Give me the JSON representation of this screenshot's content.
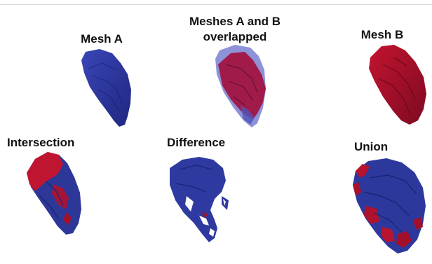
{
  "panels": {
    "mesh_a": {
      "label": "Mesh A"
    },
    "overlap": {
      "label_line1": "Meshes A and B",
      "label_line2": "overlapped"
    },
    "mesh_b": {
      "label": "Mesh B"
    },
    "intersection": {
      "label": "Intersection"
    },
    "difference": {
      "label": "Difference"
    },
    "union": {
      "label": "Union"
    }
  },
  "colors": {
    "mesh_a_blue": "#2f3aa0",
    "mesh_b_red": "#b0102c",
    "overlap_blue": "#6d73c8"
  }
}
